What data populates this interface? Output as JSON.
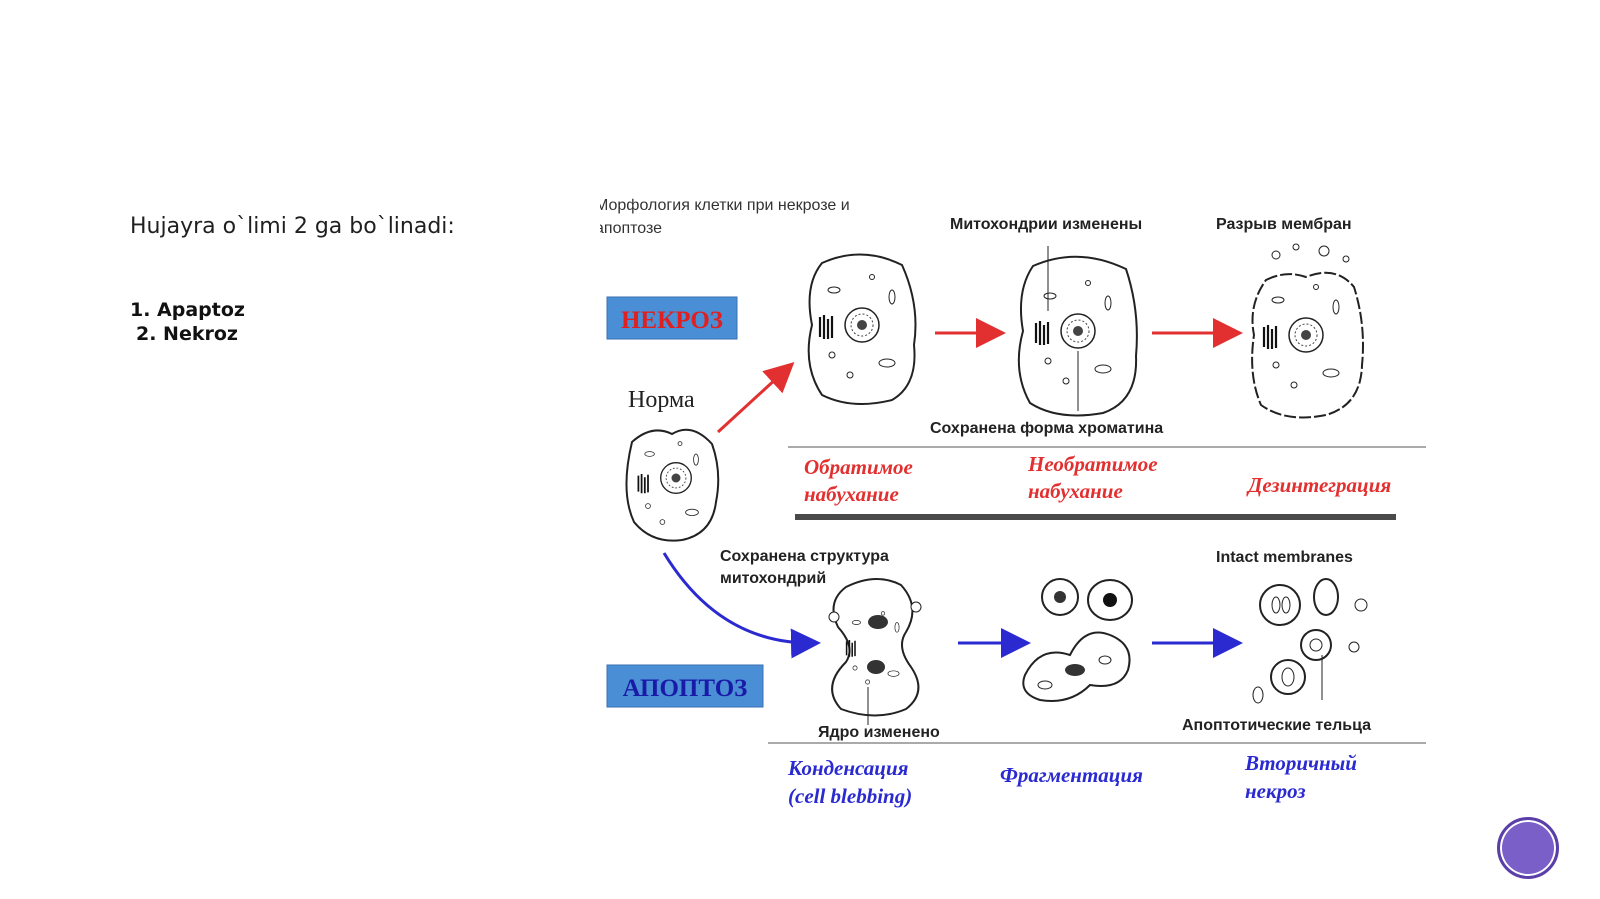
{
  "slide": {
    "intro": "Hujayra o`limi 2 ga bo`linadi:",
    "list": [
      "1. Apaptoz",
      "2. Nekroz"
    ]
  },
  "diagram": {
    "title_line1": "Морфология клетки при некрозе и",
    "title_line2": "апоптозе",
    "necrosis_badge": "НЕКРОЗ",
    "apoptosis_badge": "АПОПТОЗ",
    "norm_label": "Норма",
    "necrosis_captions": {
      "mito_changed": "Митохондрии изменены",
      "membrane_rupture": "Разрыв мембран",
      "chromatin_kept": "Сохранена форма хроматина"
    },
    "necrosis_stages": {
      "reversible_1": "Обратимое",
      "reversible_2": "набухание",
      "irreversible_1": "Необратимое",
      "irreversible_2": "набухание",
      "disintegration": "Дезинтеграция"
    },
    "apoptosis_captions": {
      "mito_kept_1": "Сохранена структура",
      "mito_kept_2": "митохондрий",
      "nucleus_changed": "Ядро изменено",
      "intact_membranes": "Intact membranes",
      "apoptotic_bodies": "Апоптотические тельца"
    },
    "apoptosis_stages": {
      "condensation_1": "Конденсация",
      "condensation_2": "(cell blebbing)",
      "fragmentation": "Фрагментация",
      "secondary_1": "Вторичный",
      "secondary_2": "некроз"
    },
    "colors": {
      "necrosis": "#e23030",
      "apoptosis": "#2a2ad0",
      "badge_bg": "#4a8fd6"
    },
    "icons": [
      "normal-cell-icon",
      "swollen-cell-icon",
      "necrotic-cell-icon",
      "blebbing-cell-icon",
      "apoptotic-bodies-icon"
    ]
  },
  "nav": {
    "icon": "circle-nav-icon"
  }
}
